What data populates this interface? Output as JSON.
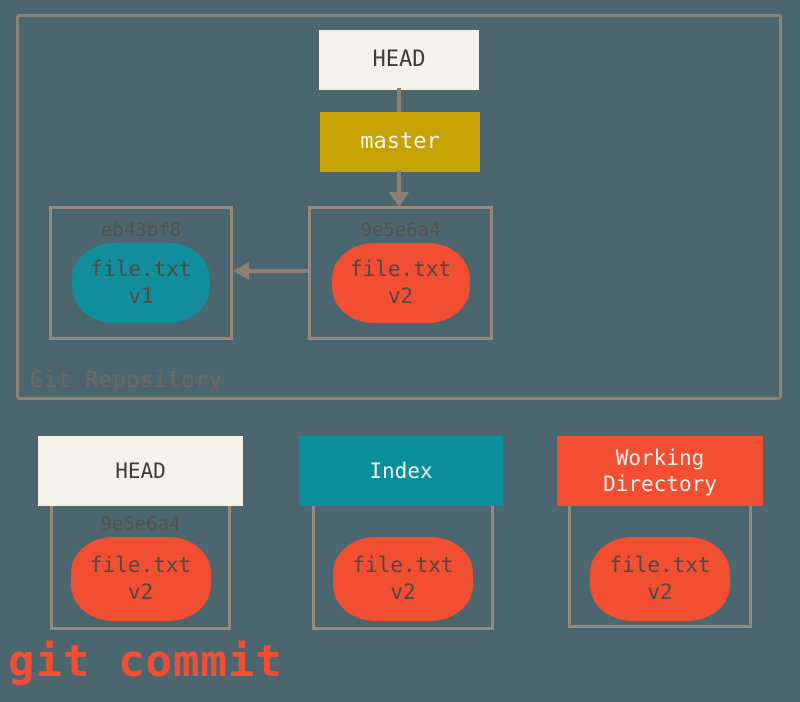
{
  "colors": {
    "background": "#4c6670",
    "container_border": "#8b8477",
    "box_border": "#97897b",
    "arrow": "#8b8274",
    "offwhite": "#f5f2e9",
    "gold": "#c6a202",
    "teal": "#0a8f9b",
    "red_orange": "#f14e32",
    "hash_text": "#55524c",
    "blob_text": "#504a43",
    "label_text": "#6d6860"
  },
  "repository": {
    "label": "Git Repository",
    "head": {
      "label": "HEAD"
    },
    "branch": {
      "label": "master"
    },
    "commits": [
      {
        "hash": "eb43bf8",
        "file_line1": "file.txt",
        "file_line2": "v1"
      },
      {
        "hash": "9e5e6a4",
        "file_line1": "file.txt",
        "file_line2": "v2"
      }
    ]
  },
  "areas": [
    {
      "title": "HEAD",
      "hash": "9e5e6a4",
      "file_line1": "file.txt",
      "file_line2": "v2"
    },
    {
      "title": "Index",
      "file_line1": "file.txt",
      "file_line2": "v2"
    },
    {
      "title": "Working Directory",
      "file_line1": "file.txt",
      "file_line2": "v2"
    }
  ],
  "caption": "git commit"
}
